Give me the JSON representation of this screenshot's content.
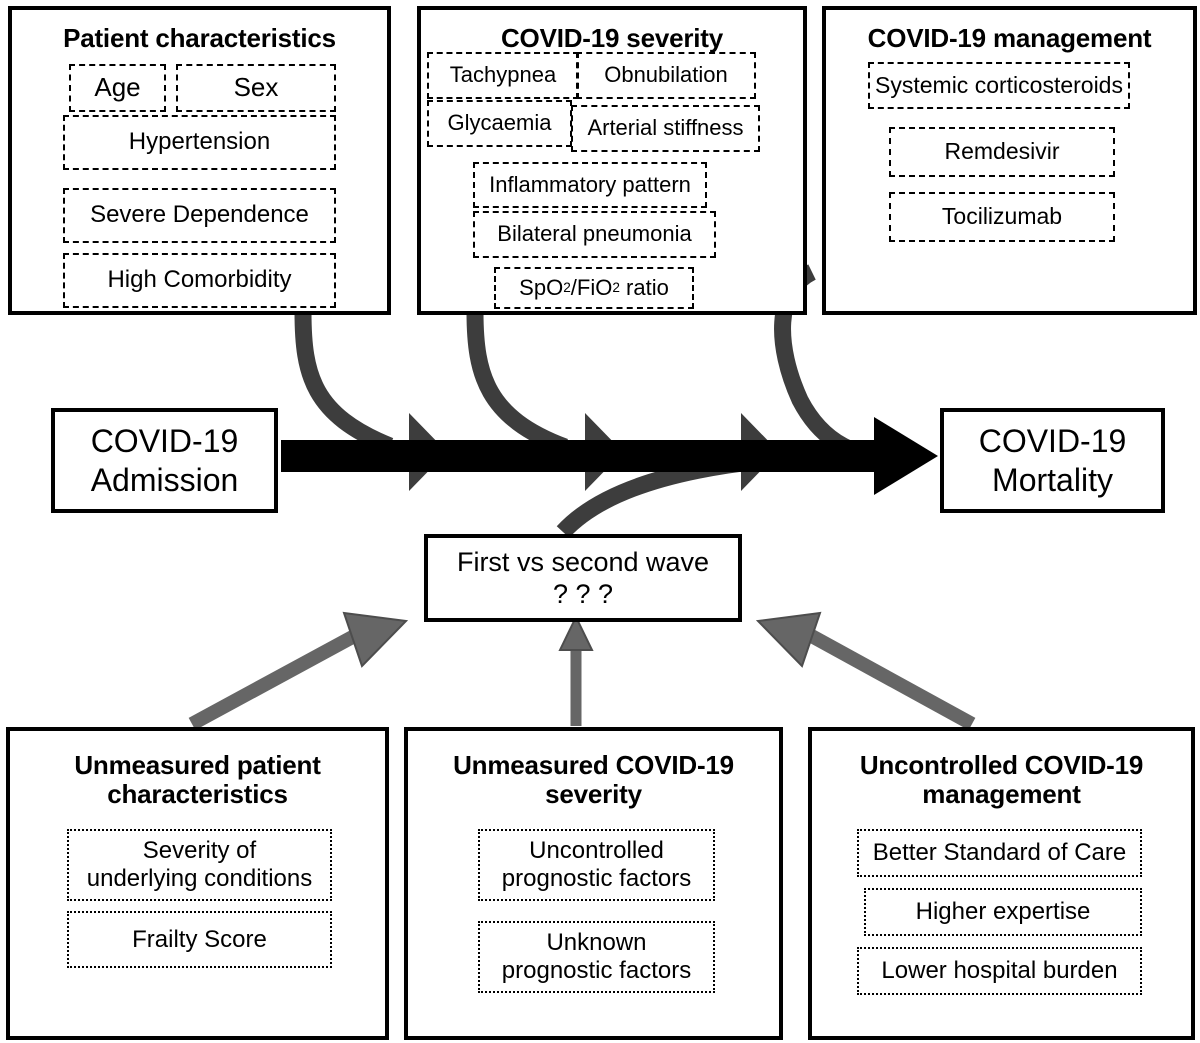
{
  "diagram": {
    "title": "COVID-19 admission to mortality causal pathway",
    "colors": {
      "outline": "#000000",
      "main_arrow": "#000000",
      "curved_arrow": "#3d3d3d",
      "gray_arrow": "#666666",
      "background": "#ffffff"
    }
  },
  "top_boxes": [
    {
      "title": "Patient characteristics",
      "items": [
        "Age",
        "Sex",
        "Hypertension",
        "Severe Dependence",
        "High Comorbidity"
      ]
    },
    {
      "title": "COVID-19 severity",
      "items": [
        "Tachypnea",
        "Obnubilation",
        "Glycaemia",
        "Arterial stiffness",
        "Inflammatory pattern",
        "Bilateral pneumonia",
        "SpO2/FiO2 ratio"
      ]
    },
    {
      "title": "COVID-19 management",
      "items": [
        "Systemic corticosteroids",
        "Remdesivir",
        "Tocilizumab"
      ]
    }
  ],
  "pathway": {
    "start_label": "COVID-19\nAdmission",
    "end_label": "COVID-19\nMortality",
    "middle_label": "First vs second wave\n? ? ?"
  },
  "bottom_boxes": [
    {
      "title": "Unmeasured\npatient characteristics",
      "items": [
        "Severity of\nunderlying conditions",
        "Frailty Score"
      ]
    },
    {
      "title": "Unmeasured\nCOVID-19 severity",
      "items": [
        "Uncontrolled\nprognostic factors",
        "Unknown\nprognostic factors"
      ]
    },
    {
      "title": "Uncontrolled\nCOVID-19 management",
      "items": [
        "Better Standard of Care",
        "Higher expertise",
        "Lower hospital burden"
      ]
    }
  ]
}
